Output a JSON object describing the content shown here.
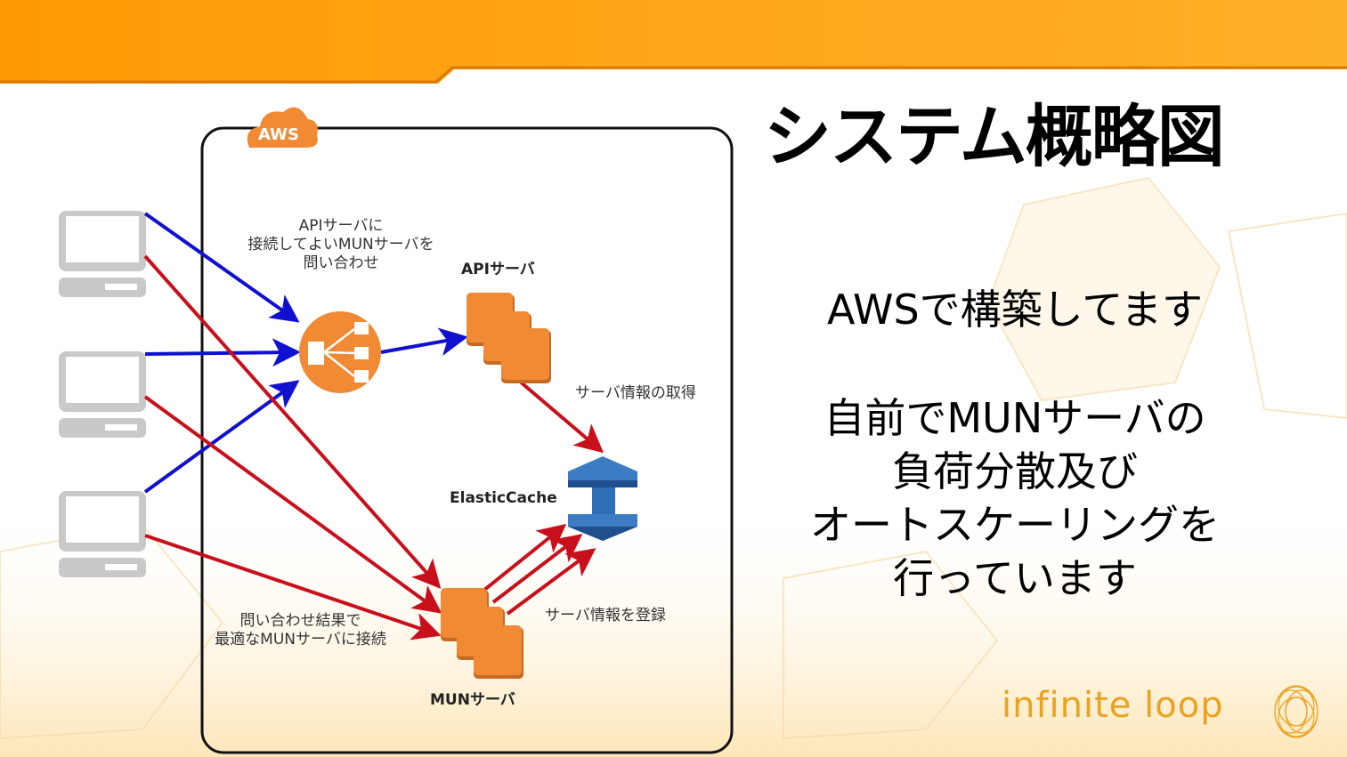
{
  "slide": {
    "title": "システム概略図",
    "body_lines": [
      "AWSで構築してます",
      "自前でMUNサーバの",
      "負荷分散及び",
      "オートスケーリングを",
      "行っています"
    ],
    "logo_text": "infinite loop",
    "accent_color": "#f7a21b"
  },
  "diagram": {
    "aws_badge": "AWS",
    "labels": {
      "api_query": [
        "APIサーバに",
        "接続してよいMUNサーバを",
        "問い合わせ"
      ],
      "api_server": "APIサーバ",
      "get_server_info": "サーバ情報の取得",
      "elasticache": "ElasticCache",
      "register_server_info": "サーバ情報を登録",
      "connect_result": [
        "問い合わせ結果で",
        "最適なMUNサーバに接続"
      ],
      "mun_server": "MUNサーバ"
    },
    "colors": {
      "query_arrow": "#1010d0",
      "data_arrow": "#c8101c",
      "aws_orange": "#f08a35",
      "cache_blue": "#2f6fb5",
      "client_gray": "#c9c9c9"
    },
    "clients": 3
  }
}
